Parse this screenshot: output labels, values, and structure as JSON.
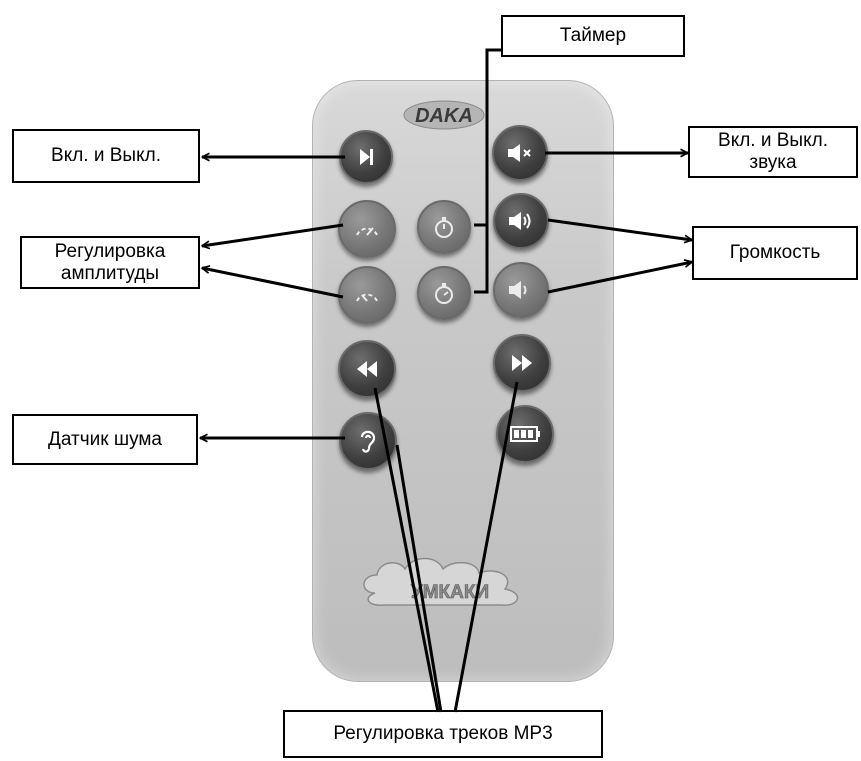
{
  "labels": {
    "timer": "Таймер",
    "power": "Вкл. и Выкл.",
    "mute": "Вкл. и Выкл.\nзвука",
    "amplitude": "Регулировка\nамплитуды",
    "volume": "Громкость",
    "noise_sensor": "Датчик шума",
    "mp3_tracks": "Регулировка треков MP3"
  },
  "remote": {
    "brand_logo_text": "DAKA",
    "mascot_logo_text": "УМКАКИ"
  },
  "icons": {
    "power": "play-pause-icon",
    "mute": "speaker-mute-icon",
    "amplitude_up": "gauge-icon",
    "amplitude_down": "gauge-icon",
    "timer_up": "stopwatch-icon",
    "timer_down": "stopwatch-icon",
    "volume_up": "speaker-loud-icon",
    "volume_down": "speaker-quiet-icon",
    "prev_track": "rewind-icon",
    "next_track": "fast-forward-icon",
    "noise_sensor": "ear-icon",
    "battery": "battery-icon"
  },
  "colors": {
    "remote_body": "#c9c9c9",
    "button_dark": "#3f3f3f",
    "button_light": "#777777",
    "line": "#000000",
    "box_border": "#000000"
  }
}
